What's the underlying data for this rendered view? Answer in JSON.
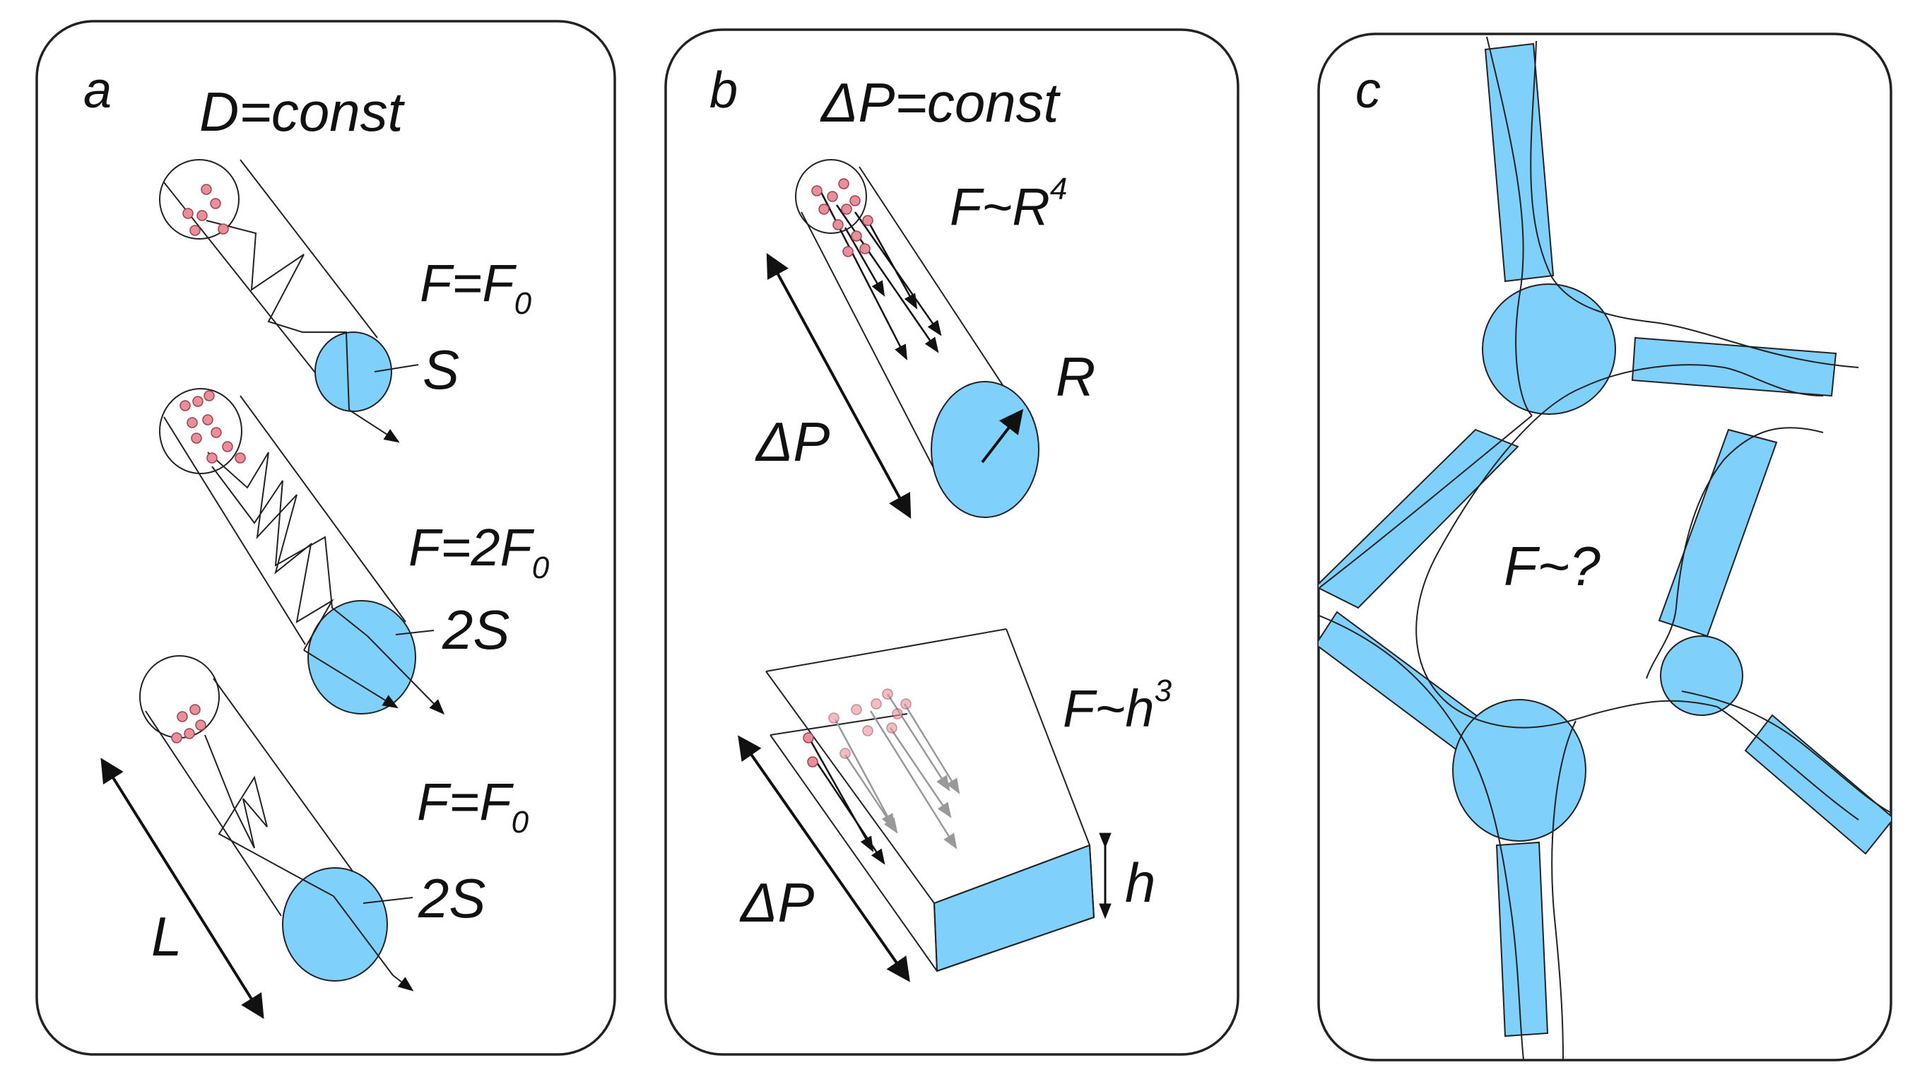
{
  "colors": {
    "fluid": "#7fd0fa",
    "particle_fill": "#e8909a",
    "particle_stroke": "#a04050",
    "line": "#222222",
    "flow_arrow_faint": "#888888"
  },
  "panels": {
    "a": {
      "letter": "a",
      "title": "D=const",
      "tubes": [
        {
          "flux_main": "F=F",
          "flux_sub": "0",
          "area": "S"
        },
        {
          "flux_main": "F=2F",
          "flux_sub": "0",
          "area": "2S"
        },
        {
          "flux_main": "F=F",
          "flux_sub": "0",
          "area": "2S"
        }
      ],
      "length_label": "L"
    },
    "b": {
      "letter": "b",
      "title": "ΔP=const",
      "tube": {
        "law_main": "F~R",
        "law_sup": "4",
        "radius_label": "R",
        "pressure_label": "ΔP"
      },
      "slab": {
        "law_main": "F~h",
        "law_sup": "3",
        "gap_label": "h",
        "pressure_label": "ΔP"
      }
    },
    "c": {
      "letter": "c",
      "question": "F~?"
    }
  }
}
